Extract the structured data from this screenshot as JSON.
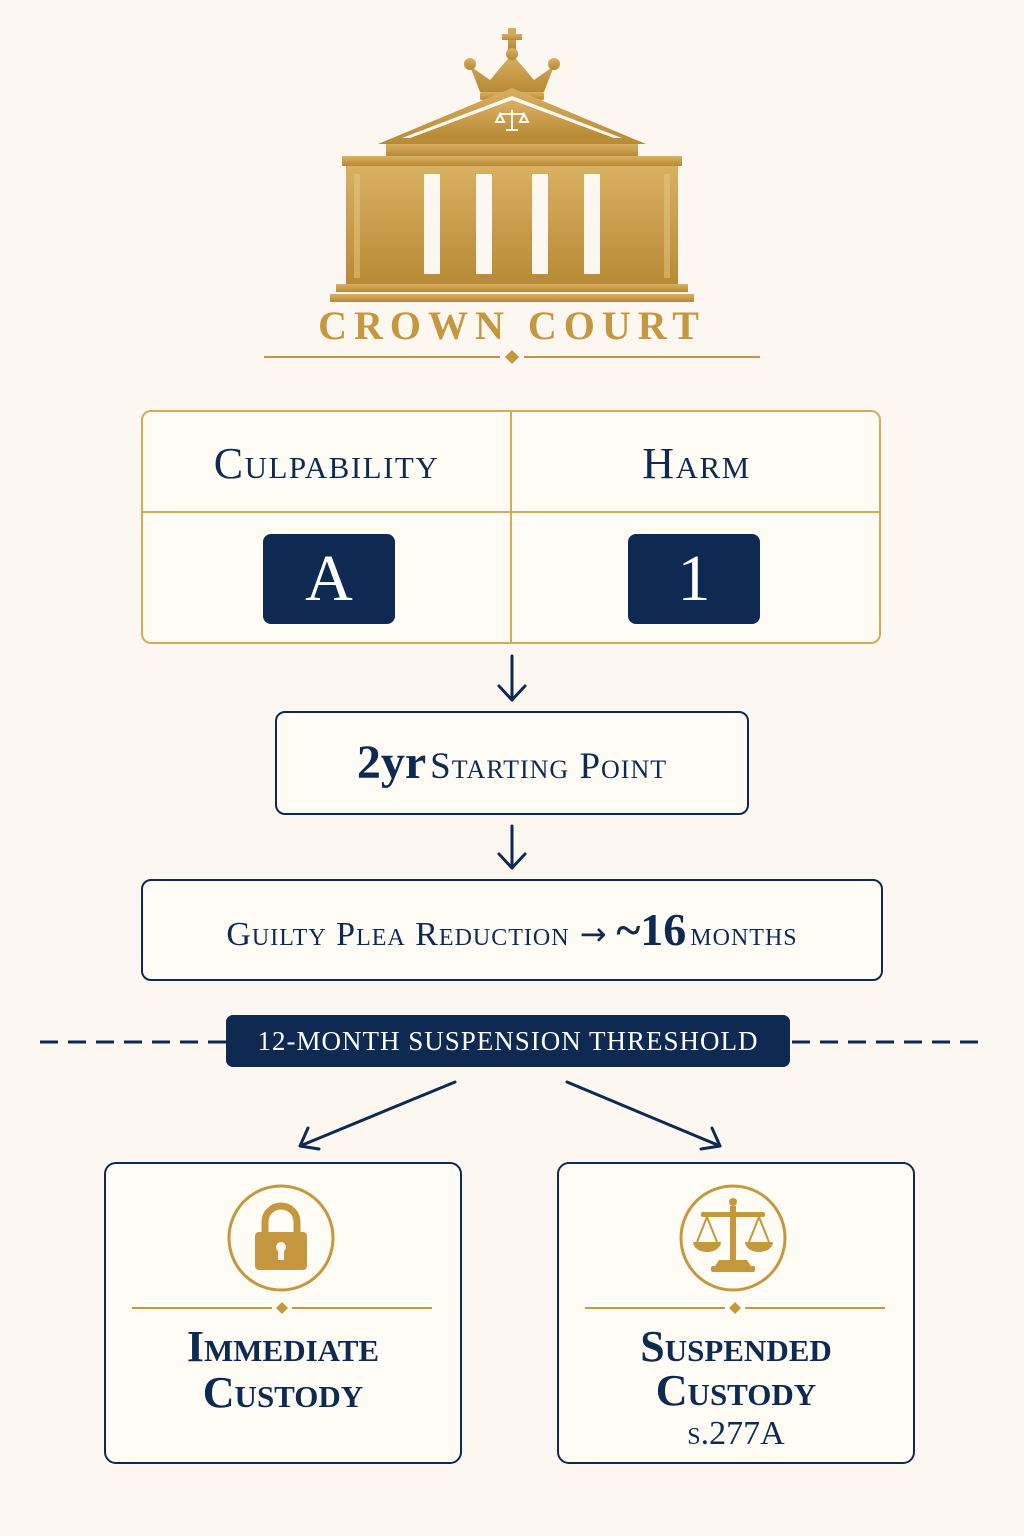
{
  "header": {
    "title": "CROWN COURT",
    "crest_icon": "courthouse-crown-scales-icon"
  },
  "assessment": {
    "culpability": {
      "label": "Culpability",
      "value": "A"
    },
    "harm": {
      "label": "Harm",
      "value": "1"
    }
  },
  "starting_point": {
    "value": "2yr",
    "label": "Starting Point"
  },
  "plea": {
    "label": "Guilty Plea Reduction",
    "arrow": "→",
    "value": "~16",
    "unit": "months"
  },
  "threshold": {
    "label": "12-MONTH SUSPENSION THRESHOLD"
  },
  "outcomes": {
    "immediate": {
      "icon": "padlock-icon",
      "line1": "Immediate",
      "line2": "Custody"
    },
    "suspended": {
      "icon": "scales-of-justice-icon",
      "line1": "Suspended",
      "line2": "Custody",
      "section": "s.277A"
    }
  },
  "colors": {
    "navy": "#0e2a52",
    "gold": "#c5973e",
    "background": "#fcf8f1"
  }
}
